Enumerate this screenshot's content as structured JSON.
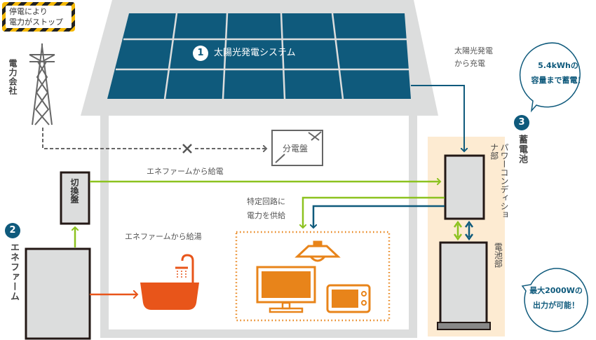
{
  "warning_sign": {
    "line1": "停電により",
    "line2": "電力がストップ"
  },
  "power_company": {
    "label": "電力会社"
  },
  "solar": {
    "badge": "1",
    "label": "太陽光発電システム"
  },
  "solar_charge": {
    "line1": "太陽光発電",
    "line2": "から充電"
  },
  "bubble_capacity": {
    "line1": "5.4kWhの",
    "line2": "容量まで蓄電！"
  },
  "storage": {
    "badge": "3",
    "label": "蓄電池"
  },
  "power_conditioner": {
    "label": "パワーコンディショナ部"
  },
  "battery_unit": {
    "label": "電池部"
  },
  "bubble_output": {
    "line1": "最大2000Wの",
    "line2": "出力が可能！"
  },
  "distribution_panel": {
    "label": "分電盤"
  },
  "blocked_marker": "×",
  "switch_panel": {
    "label": "切換盤"
  },
  "enefarm": {
    "badge": "2",
    "label": "エネファーム"
  },
  "enefarm_power": {
    "label": "エネファームから給電"
  },
  "enefarm_hot_water": {
    "label": "エネファームから給湯"
  },
  "specific_circuit": {
    "line1": "特定回路に",
    "line2": "電力を供給"
  },
  "colors": {
    "navy": "#0f5a7c",
    "green": "#8cc21f",
    "orange": "#e8551a",
    "appliance": "#e8841a",
    "wall": "#dcdddd",
    "storage_bg": "#fdebd2",
    "warning_yellow": "#f5b800"
  }
}
